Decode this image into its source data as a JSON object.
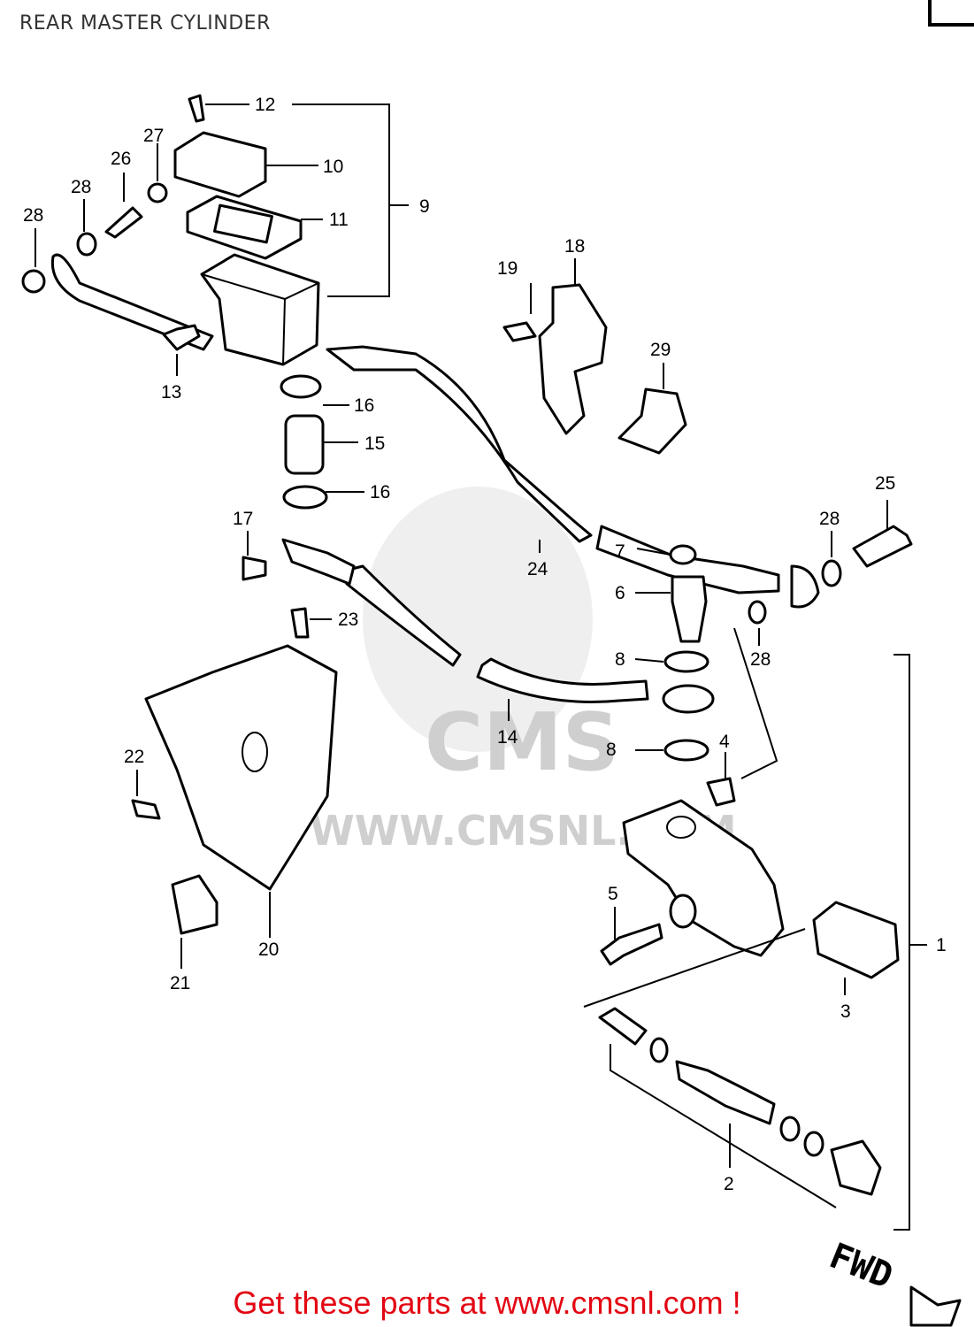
{
  "title": "REAR MASTER CYLINDER",
  "footer": "Get these parts at www.cmsnl.com !",
  "watermark": {
    "logo_text": "CMS",
    "url_text": "WWW.CMSNL.COM"
  },
  "fwd_label": "FWD",
  "callouts": [
    {
      "id": "c1",
      "label": "1"
    },
    {
      "id": "c2",
      "label": "2"
    },
    {
      "id": "c3",
      "label": "3"
    },
    {
      "id": "c4",
      "label": "4"
    },
    {
      "id": "c5",
      "label": "5"
    },
    {
      "id": "c6",
      "label": "6"
    },
    {
      "id": "c7",
      "label": "7"
    },
    {
      "id": "c8a",
      "label": "8"
    },
    {
      "id": "c8b",
      "label": "8"
    },
    {
      "id": "c9",
      "label": "9"
    },
    {
      "id": "c10",
      "label": "10"
    },
    {
      "id": "c11",
      "label": "11"
    },
    {
      "id": "c12",
      "label": "12"
    },
    {
      "id": "c13",
      "label": "13"
    },
    {
      "id": "c14",
      "label": "14"
    },
    {
      "id": "c15",
      "label": "15"
    },
    {
      "id": "c16a",
      "label": "16"
    },
    {
      "id": "c16b",
      "label": "16"
    },
    {
      "id": "c17",
      "label": "17"
    },
    {
      "id": "c18",
      "label": "18"
    },
    {
      "id": "c19",
      "label": "19"
    },
    {
      "id": "c20",
      "label": "20"
    },
    {
      "id": "c21",
      "label": "21"
    },
    {
      "id": "c22",
      "label": "22"
    },
    {
      "id": "c23",
      "label": "23"
    },
    {
      "id": "c24",
      "label": "24"
    },
    {
      "id": "c25",
      "label": "25"
    },
    {
      "id": "c26",
      "label": "26"
    },
    {
      "id": "c27",
      "label": "27"
    },
    {
      "id": "c28a",
      "label": "28"
    },
    {
      "id": "c28b",
      "label": "28"
    },
    {
      "id": "c28c",
      "label": "28"
    },
    {
      "id": "c28d",
      "label": "28"
    },
    {
      "id": "c29",
      "label": "29"
    }
  ]
}
